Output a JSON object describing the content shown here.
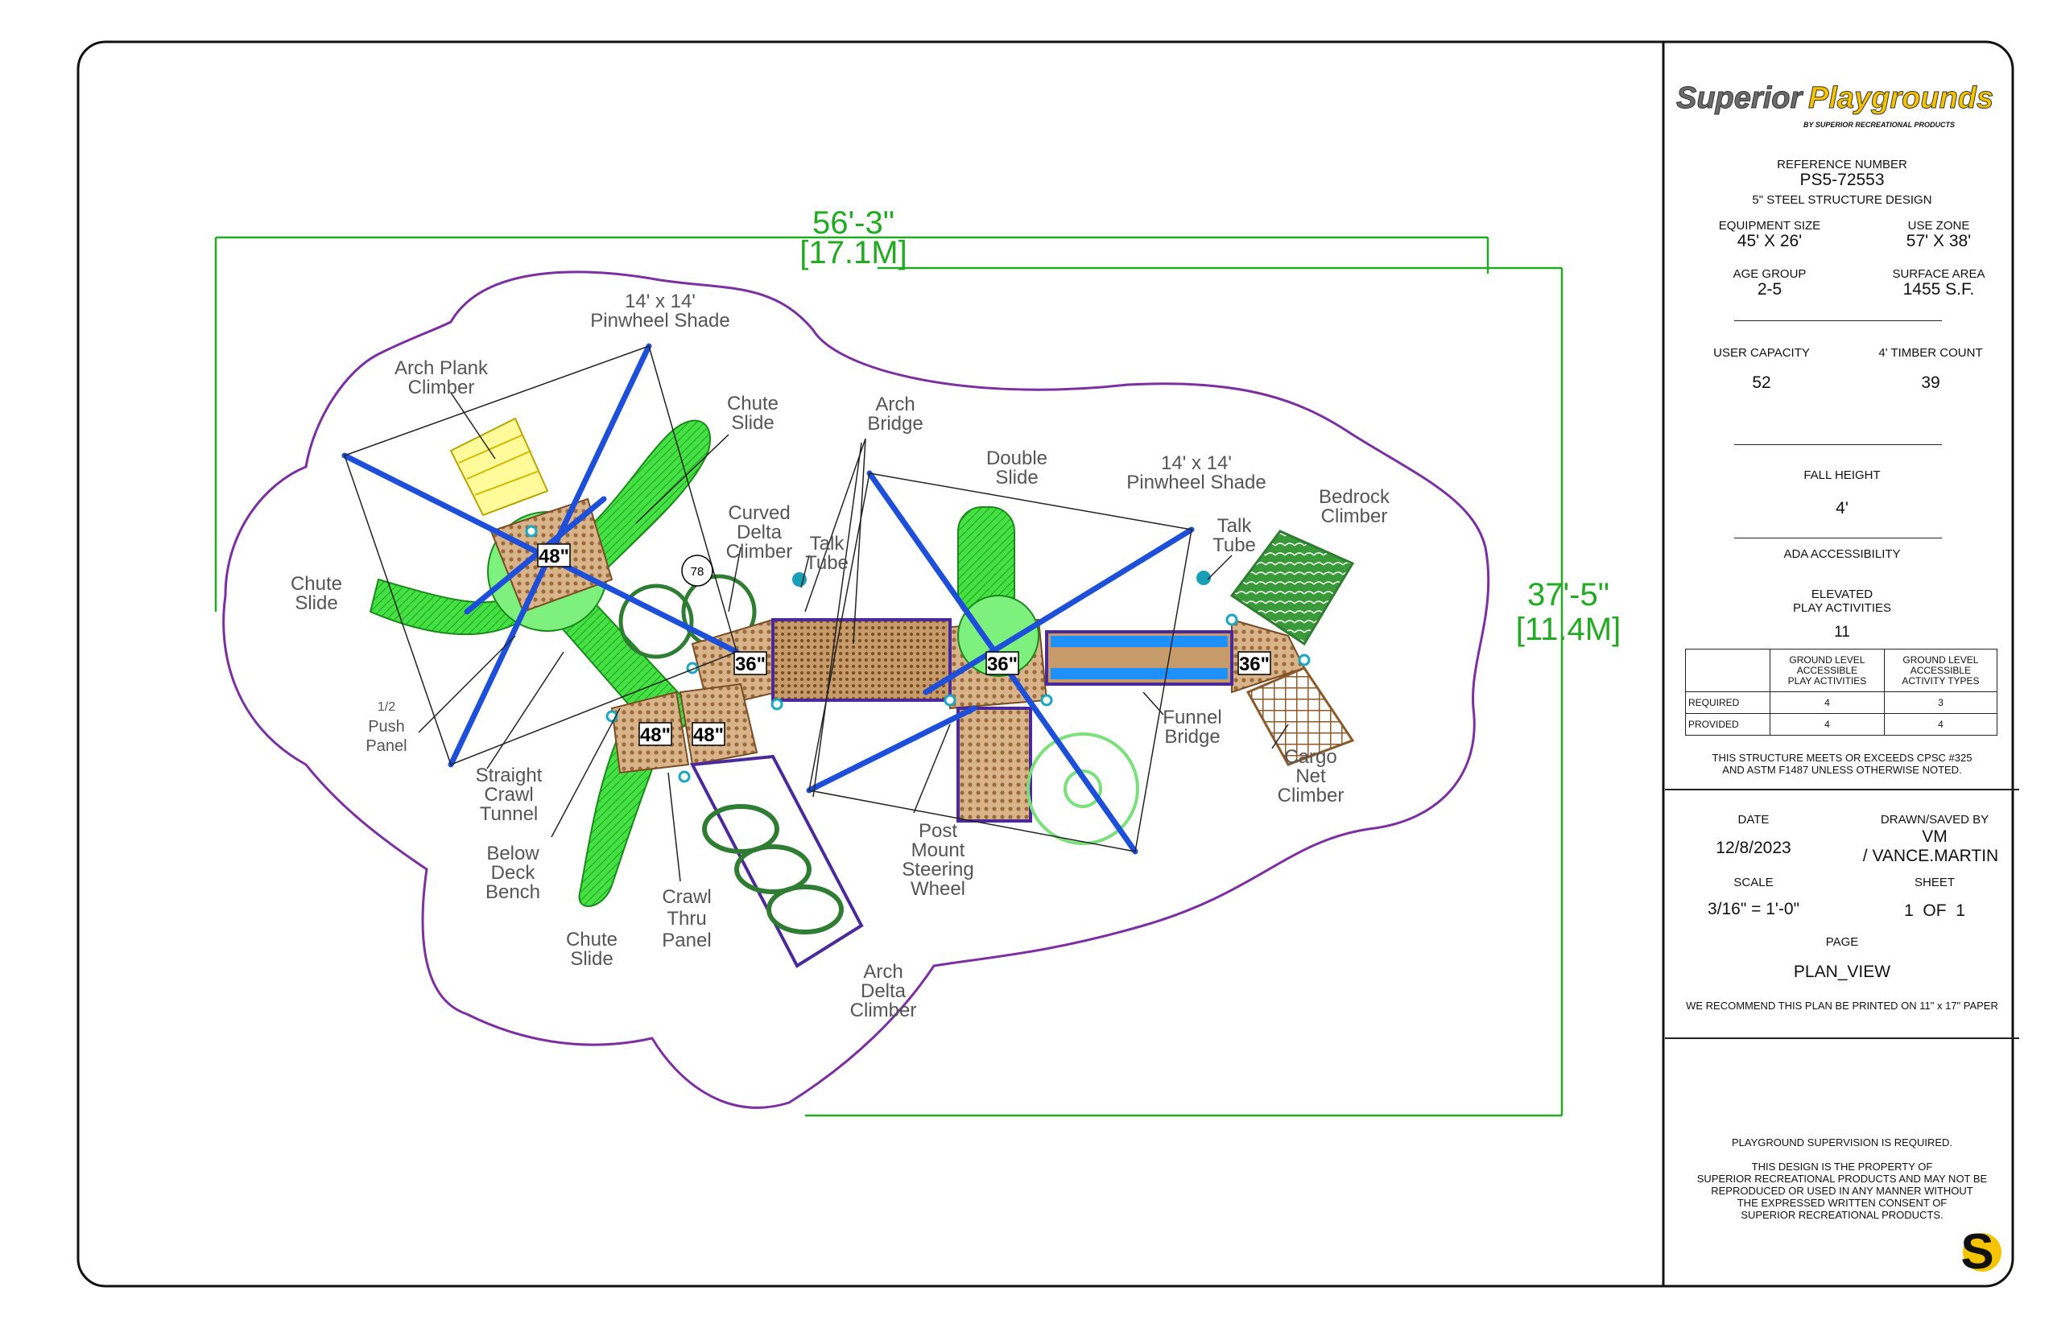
{
  "plan": {
    "width_dims": [
      "56'-3\"",
      "[17.1M]"
    ],
    "height_dims": [
      "37'-5\"",
      "[11.4M]"
    ],
    "deck_heights": [
      "48\"",
      "36\"",
      "48\"",
      "48\"",
      "36\"",
      "36\""
    ],
    "labels": {
      "pinwheel_shade_1": [
        "14' x 14'",
        "Pinwheel Shade"
      ],
      "arch_plank_climber": [
        "Arch Plank",
        "Climber"
      ],
      "chute_slide_top": [
        "Chute",
        "Slide"
      ],
      "arch_bridge": [
        "Arch",
        "Bridge"
      ],
      "double_slide": [
        "Double",
        "Slide"
      ],
      "pinwheel_shade_2": [
        "14' x 14'",
        "Pinwheel Shade"
      ],
      "bedrock_climber": [
        "Bedrock",
        "Climber"
      ],
      "curved_delta_climber": [
        "Curved",
        "Delta",
        "Climber"
      ],
      "talk_tube_1": [
        "Talk",
        "Tube"
      ],
      "talk_tube_2": [
        "Talk",
        "Tube"
      ],
      "chute_slide_left": [
        "Chute",
        "Slide"
      ],
      "push_panel": [
        "1/2",
        "Push",
        "Panel"
      ],
      "straight_crawl_tunnel": [
        "Straight",
        "Crawl",
        "Tunnel"
      ],
      "below_deck_bench": [
        "Below",
        "Deck",
        "Bench"
      ],
      "chute_slide_bottom": [
        "Chute",
        "Slide"
      ],
      "crawl_thru_panel": [
        "Crawl",
        "Thru",
        "Panel"
      ],
      "arch_delta_climber": [
        "Arch",
        "Delta",
        "Climber"
      ],
      "post_mount_steering_wheel": [
        "Post",
        "Mount",
        "Steering",
        "Wheel"
      ],
      "funnel_bridge": [
        "Funnel",
        "Bridge"
      ],
      "cargo_net_climber": [
        "Cargo",
        "Net",
        "Climber"
      ],
      "marker": "78"
    }
  },
  "titleblock": {
    "logo_main": "Superior",
    "logo_accent": "Playgrounds",
    "logo_sub": "BY SUPERIOR RECREATIONAL PRODUCTS",
    "reference_label": "REFERENCE NUMBER",
    "reference_number": "PS5-72553",
    "structure_design": "5\" STEEL STRUCTURE DESIGN",
    "equipment_size_label": "EQUIPMENT SIZE",
    "equipment_size": "45' X 26'",
    "use_zone_label": "USE ZONE",
    "use_zone": "57' X 38'",
    "age_group_label": "AGE GROUP",
    "age_group": "2-5",
    "surface_area_label": "SURFACE AREA",
    "surface_area": "1455 S.F.",
    "user_capacity_label": "USER CAPACITY",
    "user_capacity": "52",
    "timber_count_label": "4' TIMBER COUNT",
    "timber_count": "39",
    "fall_height_label": "FALL HEIGHT",
    "fall_height": "4'",
    "ada_label": "ADA ACCESSIBILITY",
    "elevated_label_1": "ELEVATED",
    "elevated_label_2": "PLAY ACTIVITIES",
    "elevated_value": "11",
    "table": {
      "col1": [
        "GROUND LEVEL",
        "ACCESSIBLE",
        "PLAY ACTIVITIES"
      ],
      "col2": [
        "GROUND LEVEL",
        "ACCESSIBLE",
        "ACTIVITY TYPES"
      ],
      "rows": [
        {
          "label": "REQUIRED",
          "a": "4",
          "b": "3"
        },
        {
          "label": "PROVIDED",
          "a": "4",
          "b": "4"
        }
      ]
    },
    "cpsc_note_1": "THIS STRUCTURE MEETS OR EXCEEDS CPSC #325",
    "cpsc_note_2": "AND ASTM F1487 UNLESS OTHERWISE NOTED.",
    "date_label": "DATE",
    "date": "12/8/2023",
    "drawn_label": "DRAWN/SAVED BY",
    "drawn_1": "VM",
    "drawn_2": "/ VANCE.MARTIN",
    "scale_label": "SCALE",
    "scale": "3/16\" = 1'-0\"",
    "sheet_label": "SHEET",
    "sheet": "1  OF  1",
    "page_label": "PAGE",
    "page": "PLAN_VIEW",
    "print_note": "WE RECOMMEND THIS PLAN BE PRINTED ON 11\" x 17\" PAPER",
    "supervision": "PLAYGROUND SUPERVISION IS REQUIRED.",
    "property_1": "THIS DESIGN IS THE PROPERTY OF",
    "property_2": "SUPERIOR RECREATIONAL PRODUCTS AND MAY NOT BE",
    "property_3": "REPRODUCED OR USED IN ANY MANNER WITHOUT",
    "property_4": "THE EXPRESSED WRITTEN CONSENT OF",
    "property_5": "SUPERIOR RECREATIONAL PRODUCTS.",
    "corner_logo": "S"
  },
  "colors": {
    "dimension": "#22aa22",
    "use_zone": "#7b2fa0",
    "shade": "#1e4fd8",
    "slide": "#33dd33",
    "deck": "#c79a6a",
    "post": "#4a2a9a",
    "bedrock": "#2e7d32",
    "cargo": "#8b5a2b",
    "logo_grey": "#6b6b6b",
    "logo_yellow": "#f5c400"
  }
}
